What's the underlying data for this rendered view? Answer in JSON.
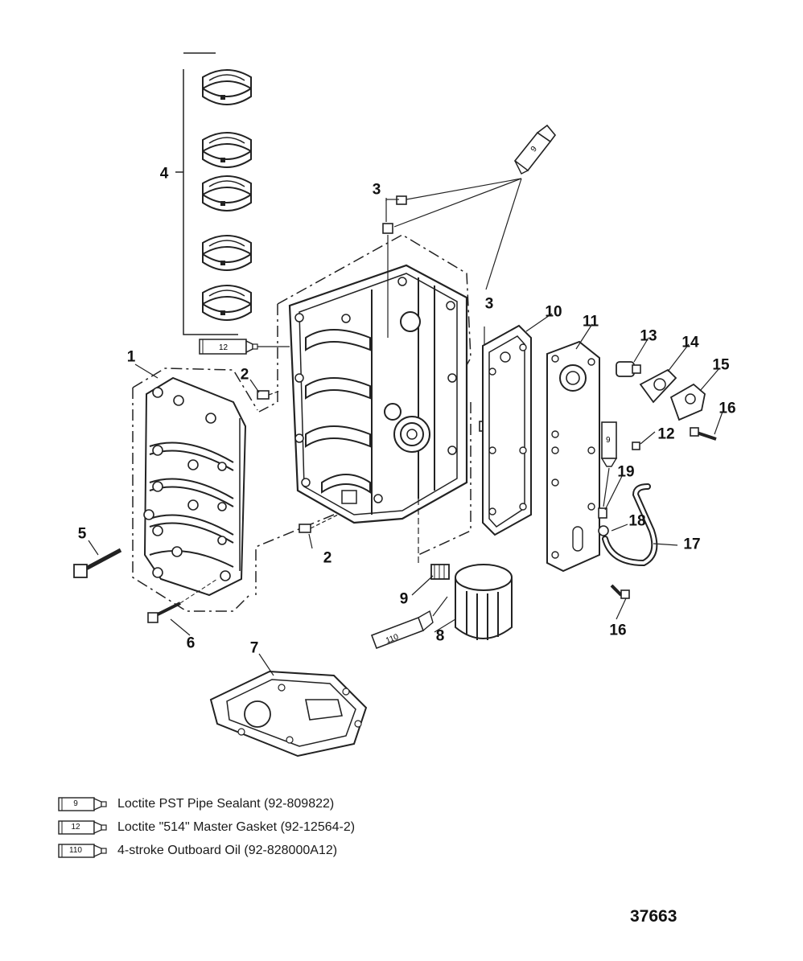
{
  "callouts": [
    {
      "label": "1"
    },
    {
      "label": "2"
    },
    {
      "label": "2"
    },
    {
      "label": "3"
    },
    {
      "label": "3"
    },
    {
      "label": "4"
    },
    {
      "label": "5"
    },
    {
      "label": "6"
    },
    {
      "label": "7"
    },
    {
      "label": "8"
    },
    {
      "label": "9"
    },
    {
      "label": "10"
    },
    {
      "label": "11"
    },
    {
      "label": "12"
    },
    {
      "label": "13"
    },
    {
      "label": "14"
    },
    {
      "label": "15"
    },
    {
      "label": "16"
    },
    {
      "label": "16"
    },
    {
      "label": "17"
    },
    {
      "label": "18"
    },
    {
      "label": "19"
    }
  ],
  "tube_labels": {
    "upper_sealant": "9",
    "bearing_gasket": "12",
    "side_sealant": "9",
    "oil": "110"
  },
  "legend": [
    {
      "code": "9",
      "text": "Loctite PST Pipe Sealant (92-809822)"
    },
    {
      "code": "12",
      "text": "Loctite \"514\" Master Gasket (92-12564-2)"
    },
    {
      "code": "110",
      "text": "4-stroke Outboard Oil (92-828000A12)"
    }
  ],
  "diagram_id": "37663"
}
